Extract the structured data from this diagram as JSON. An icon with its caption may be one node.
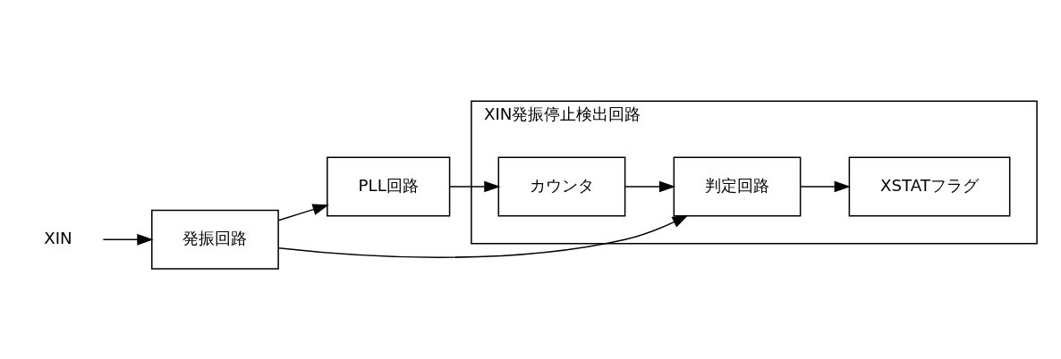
{
  "diagram": {
    "nodes": [
      {
        "text": [
          "XIN"
        ]
      },
      {
        "text": [
          "発振回路"
        ]
      },
      {
        "text": [
          "PLL回路"
        ]
      },
      {
        "text": [
          "XIN発振停止検出回路"
        ]
      },
      {
        "text": [
          "カウンタ"
        ],
        "in": 3
      },
      {
        "text": [
          "判定回路"
        ],
        "in": 3
      },
      {
        "text": [
          "XSTATフラグ"
        ],
        "in": 3
      }
    ],
    "edges": [
      {
        "from": 0,
        "to": 1,
        "arrow": "to"
      },
      {
        "from": 1,
        "to": 2,
        "arrow": "to"
      },
      {
        "from": 2,
        "to": 4,
        "arrow": "to"
      },
      {
        "from": 4,
        "to": 5,
        "arrow": "to"
      },
      {
        "from": 1,
        "to": 5,
        "arrow": "to"
      },
      {
        "from": 5,
        "to": 6,
        "arrow": "to"
      }
    ]
  }
}
